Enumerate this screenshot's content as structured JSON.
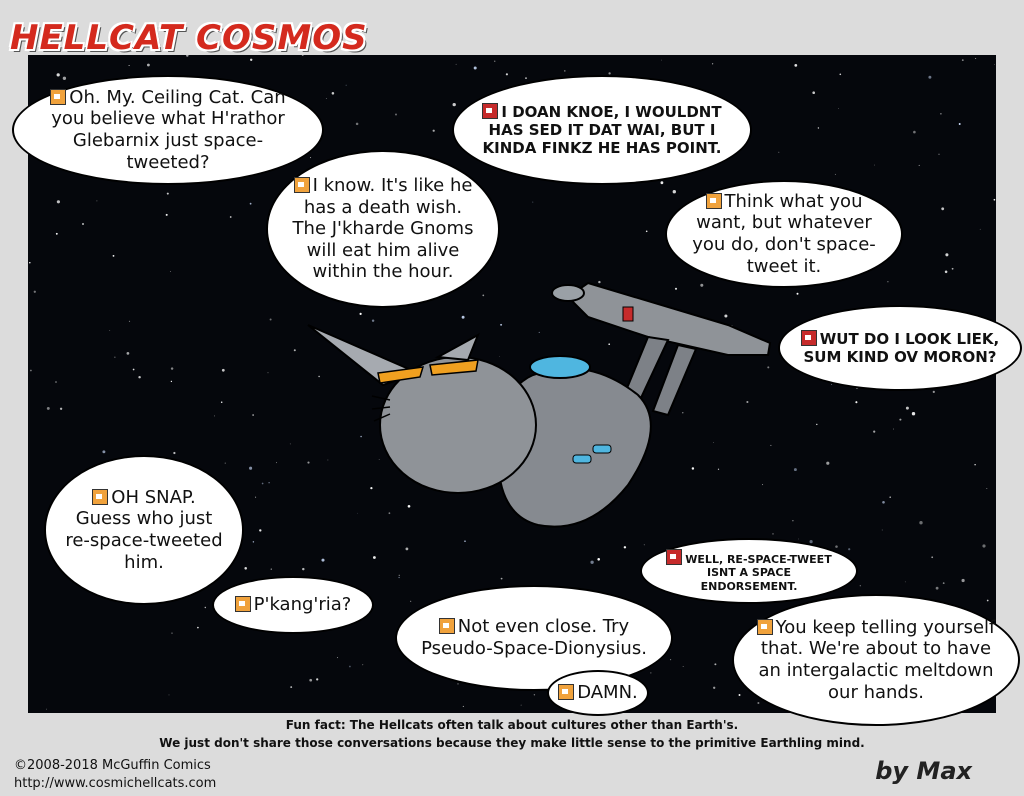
{
  "title": "HELLCAT COSMOS",
  "bubbles": [
    {
      "speaker": "cat",
      "text": "Oh. My. Ceiling Cat. Can you believe what H'rathor Glebarnix just space-tweeted?"
    },
    {
      "speaker": "bot",
      "text": "I DOAN KNOE, I WOULDNT HAS SED IT DAT WAI, BUT I KINDA FINKZ HE HAS POINT."
    },
    {
      "speaker": "cat",
      "text": "I know. It's like he has a death wish. The J'kharde Gnoms will eat him alive within the hour."
    },
    {
      "speaker": "cat",
      "text": "Think what you want, but whatever you do, don't space-tweet it."
    },
    {
      "speaker": "bot",
      "text": "WUT DO I LOOK LIEK, SUM KIND OV MORON?"
    },
    {
      "speaker": "cat",
      "text": "OH SNAP. Guess who just re-space-tweeted him."
    },
    {
      "speaker": "bot",
      "text": "WELL, RE-SPACE-TWEET ISNT A SPACE ENDORSEMENT."
    },
    {
      "speaker": "cat",
      "text": "P'kang'ria?"
    },
    {
      "speaker": "cat",
      "text": "Not even close. Try Pseudo-Space-Dionysius."
    },
    {
      "speaker": "cat",
      "text": "You keep telling yourself that. We're about to have an intergalactic meltdown our hands."
    },
    {
      "speaker": "cat",
      "text": "DAMN."
    }
  ],
  "footer": {
    "line1": "Fun fact: The Hellcats often talk about cultures other than Earth's.",
    "line2": "We just don't share those conversations because they make little sense to the primitive Earthling mind."
  },
  "copyright": "©2008-2018 McGuffin Comics",
  "url": "http://www.cosmichellcats.com",
  "byline": "by Max",
  "colors": {
    "title": "#d42a1e",
    "space": "#05070c",
    "ship_body": "#8a8e94",
    "dome": "#4fb6e0",
    "eyes": "#f0a020"
  }
}
